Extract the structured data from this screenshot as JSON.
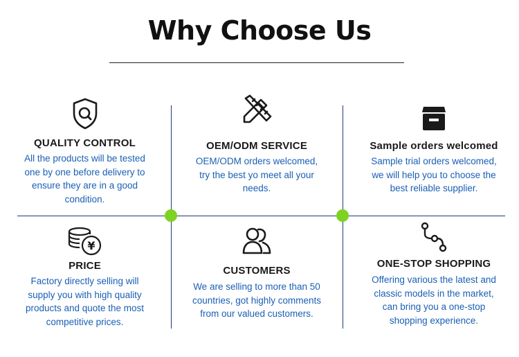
{
  "page": {
    "title": "Why Choose Us"
  },
  "colors": {
    "heading": "#1a1a1a",
    "body_text": "#1a5fb4",
    "grid_line": "#1d3a78",
    "junction_dot": "#7ed321"
  },
  "features": [
    {
      "icon": "shield-search-icon",
      "title": "QUALITY CONTROL",
      "lines": [
        "All the products will be tested",
        "one by one before delivery to",
        "ensure they are in a good",
        "condition."
      ]
    },
    {
      "icon": "pencil-ruler-icon",
      "title": "OEM/ODM SERVICE",
      "lines": [
        "OEM/ODM orders welcomed,",
        "try the best yo meet all your",
        "needs."
      ]
    },
    {
      "icon": "archive-box-icon",
      "title": "Sample orders welcomed",
      "lines": [
        "Sample trial orders welcomed,",
        "we will help you to choose the",
        "best reliable supplier."
      ]
    },
    {
      "icon": "coins-yen-icon",
      "title": "PRICE",
      "lines": [
        "Factory directly selling will",
        "supply you with high quality",
        "products and quote the most",
        "competitive prices."
      ]
    },
    {
      "icon": "users-icon",
      "title": "CUSTOMERS",
      "lines": [
        "We are selling to more than 50",
        "countries, got highly comments",
        "from our valued customers."
      ]
    },
    {
      "icon": "route-icon",
      "title": "ONE-STOP SHOPPING",
      "lines": [
        "Offering various the latest and",
        "classic models in the market,",
        "can bring you a one-stop",
        "shopping experience."
      ]
    }
  ]
}
